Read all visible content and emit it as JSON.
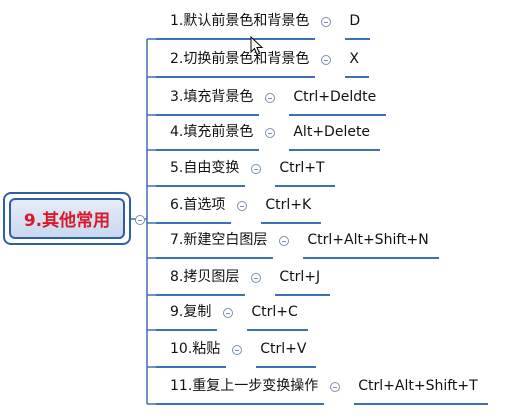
{
  "root": {
    "label": "9.其他常用"
  },
  "branches": [
    {
      "label": "1.默认前景色和背景色",
      "shortcut": "D"
    },
    {
      "label": "2.切换前景色和背景色",
      "shortcut": "X"
    },
    {
      "label": "3.填充背景色",
      "shortcut": "Ctrl+Deldte"
    },
    {
      "label": "4.填充前景色",
      "shortcut": "Alt+Delete"
    },
    {
      "label": "5.自由变换",
      "shortcut": "Ctrl+T"
    },
    {
      "label": "6.首选项",
      "shortcut": "Ctrl+K"
    },
    {
      "label": "7.新建空白图层",
      "shortcut": "Ctrl+Alt+Shift+N"
    },
    {
      "label": "8.拷贝图层",
      "shortcut": "Ctrl+J"
    },
    {
      "label": "9.复制",
      "shortcut": "Ctrl+C"
    },
    {
      "label": "10.粘贴",
      "shortcut": "Ctrl+V"
    },
    {
      "label": "11.重复上一步变换操作",
      "shortcut": "Ctrl+Alt+Shift+T"
    }
  ],
  "colors": {
    "connector": "#3b6fb6",
    "root_text": "#d8192b",
    "root_border": "#2f5fa3"
  },
  "icons": {
    "node_toggle": "collapse-minus-icon",
    "pointer": "mouse-cursor-icon"
  }
}
